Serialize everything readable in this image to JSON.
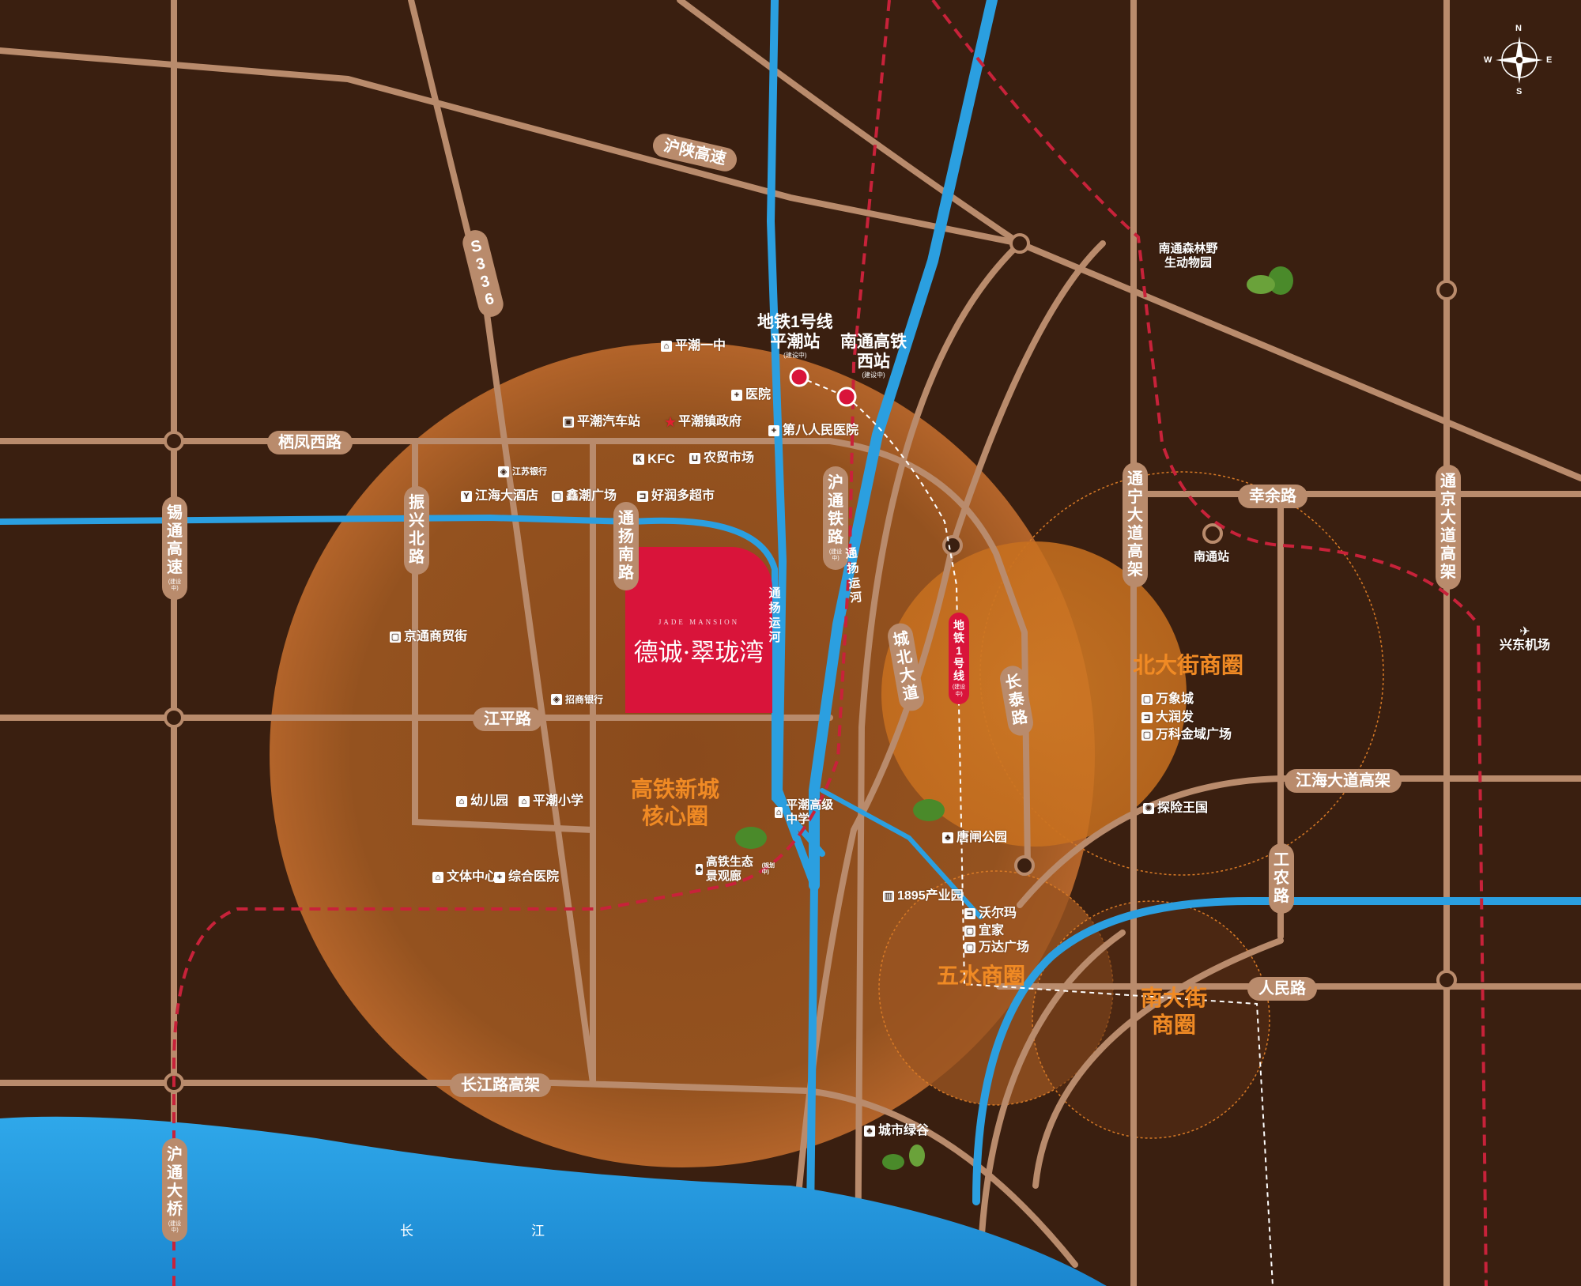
{
  "project": {
    "name": "德诚·翠珑湾",
    "english_name": "JADE MANSION"
  },
  "compass": {
    "n": "N",
    "s": "S",
    "e": "E",
    "w": "W"
  },
  "roads": {
    "hushan": "沪陕高速",
    "s336": "S336",
    "qifeng": "栖凤西路",
    "zhenxing": "振兴北路",
    "tongyang": "通扬南路",
    "xitong": "锡通高速",
    "xitong_note": "(建设中)",
    "jiangping": "江平路",
    "changjiang_rd": "长江路高架",
    "hutong_bridge": "沪通大桥",
    "hutong_bridge_note": "(建设中)",
    "hutong_rail": "沪通铁路",
    "hutong_rail_note": "(建设中)",
    "chengbei": "城北大道",
    "metro1": "地铁1号线",
    "metro1_note": "(建设中)",
    "changtai": "长泰路",
    "tongning": "通宁大道高架",
    "xingyu": "幸余路",
    "tongjing": "通京大道高架",
    "jianghai": "江海大道高架",
    "gongnong": "工农路",
    "renmin": "人民路"
  },
  "rivers": {
    "tongyang_canal": "通扬运河",
    "changjiang": [
      "长",
      "江"
    ]
  },
  "stations": {
    "metro_pingchao_line": "地铁1号线",
    "metro_pingchao_name": "平潮站",
    "metro_note": "(建设中)",
    "hsr_line1": "南通高铁",
    "hsr_line2": "西站",
    "hsr_note": "(建设中)",
    "nantong": "南通站"
  },
  "districts": {
    "core": [
      "高铁新城",
      "核心圈"
    ],
    "north": "北大街商圈",
    "wushui": "五水商圈",
    "south": [
      "南大街",
      "商圈"
    ]
  },
  "pois": [
    {
      "key": "pingchao_school",
      "text": "平潮一中",
      "icon": "school-icon"
    },
    {
      "key": "hospital",
      "text": "医院",
      "icon": "hospital-icon"
    },
    {
      "key": "bus_station",
      "text": "平潮汽车站",
      "icon": "bus-icon"
    },
    {
      "key": "gov",
      "text": "平潮镇政府",
      "icon": "star-icon"
    },
    {
      "key": "hospital8",
      "text": "第八人民医院",
      "icon": "hospital-icon"
    },
    {
      "key": "jsbank",
      "text": "江苏银行",
      "icon": "bank-icon"
    },
    {
      "key": "kfc",
      "text": "KFC",
      "icon": "kfc-icon"
    },
    {
      "key": "market",
      "text": "农贸市场",
      "icon": "basket-icon"
    },
    {
      "key": "hotel",
      "text": "江海大酒店",
      "icon": "cocktail-icon"
    },
    {
      "key": "xinchao",
      "text": "鑫潮广场",
      "icon": "mall-icon"
    },
    {
      "key": "haorunduo",
      "text": "好润多超市",
      "icon": "cart-icon"
    },
    {
      "key": "jingtong",
      "text": "京通商贸街",
      "icon": "mall-icon"
    },
    {
      "key": "cmb",
      "text": "招商银行",
      "icon": "bank-icon"
    },
    {
      "key": "kindergarten",
      "text": "幼儿园",
      "icon": "school-icon"
    },
    {
      "key": "primary",
      "text": "平潮小学",
      "icon": "school-icon"
    },
    {
      "key": "culture",
      "text": "文体中心",
      "icon": "building-icon"
    },
    {
      "key": "general_hospital",
      "text": "综合医院",
      "icon": "hospital-icon"
    },
    {
      "key": "high_school",
      "text": "平潮高级中学",
      "icon": "school-icon"
    },
    {
      "key": "eco_corridor",
      "text": "高铁生态景观廊",
      "icon": "tree-icon",
      "note": "(规划中)"
    },
    {
      "key": "tangzha",
      "text": "唐闸公园",
      "icon": "tree-icon"
    },
    {
      "key": "park1895",
      "text": "1895产业园",
      "icon": "factory-icon"
    },
    {
      "key": "walmart",
      "text": "沃尔玛",
      "icon": "cart-icon"
    },
    {
      "key": "ikea",
      "text": "宜家",
      "icon": "mall-icon"
    },
    {
      "key": "wanda",
      "text": "万达广场",
      "icon": "mall-icon"
    },
    {
      "key": "wanxiang",
      "text": "万象城",
      "icon": "mall-icon"
    },
    {
      "key": "darunfa",
      "text": "大润发",
      "icon": "cart-icon"
    },
    {
      "key": "vanke",
      "text": "万科金域广场",
      "icon": "mall-icon"
    },
    {
      "key": "tanxian",
      "text": "探险王国",
      "icon": "ferris-wheel-icon"
    },
    {
      "key": "green_valley",
      "text": "城市绿谷",
      "icon": "tree-icon"
    },
    {
      "key": "zoo",
      "text": "南通森林野生动物园",
      "icon": "elephant-icon"
    },
    {
      "key": "airport",
      "text": "兴东机场",
      "icon": "airplane-icon"
    }
  ],
  "colors": {
    "background": "#3a1f10",
    "road": "#b98b6c",
    "river": "#2b9fe0",
    "rail": "#c8223a",
    "project": "#d9143a",
    "district_text": "#f08a24",
    "circle_fill": "#c0661f"
  }
}
